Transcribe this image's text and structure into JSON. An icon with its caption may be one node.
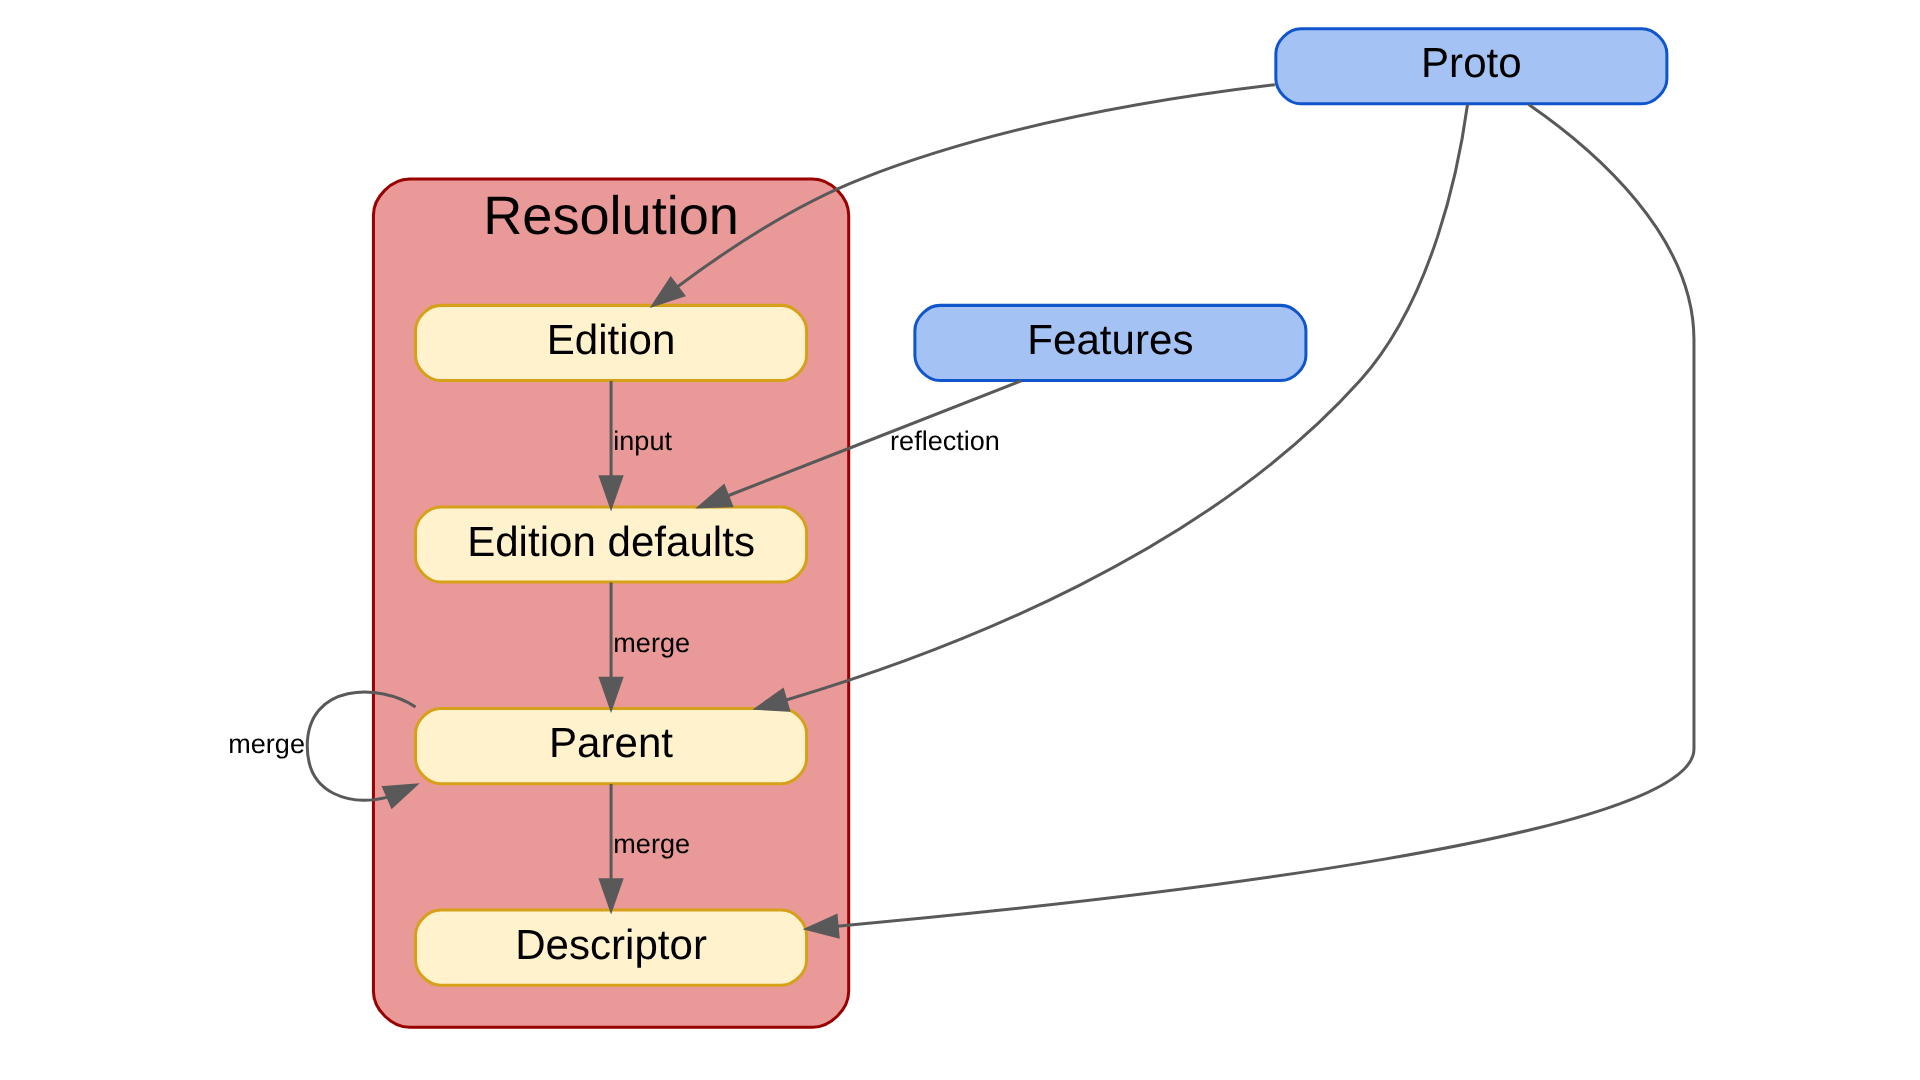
{
  "diagram": {
    "nodes": [
      {
        "text": [
          "Resolution"
        ]
      },
      {
        "text": [
          "Edition"
        ],
        "in": 0
      },
      {
        "text": [
          "Edition defaults"
        ],
        "in": 0
      },
      {
        "text": [
          "Parent"
        ],
        "in": 0
      },
      {
        "text": [
          "Descriptor"
        ],
        "in": 0
      },
      {
        "text": [
          "Features"
        ]
      },
      {
        "text": [
          "Proto"
        ]
      }
    ],
    "edges": [
      {
        "from": 1,
        "to": 2,
        "arrow": "to",
        "label": "input"
      },
      {
        "from": 5,
        "to": 2,
        "arrow": "to",
        "label": "reflection"
      },
      {
        "from": 2,
        "to": 3,
        "arrow": "to",
        "label": "merge"
      },
      {
        "from": 3,
        "to": 3,
        "arrow": "to",
        "label": "merge"
      },
      {
        "from": 3,
        "to": 4,
        "arrow": "to",
        "label": "merge"
      },
      {
        "from": 6,
        "to": 1,
        "arrow": "to"
      },
      {
        "from": 6,
        "to": 3,
        "arrow": "to"
      },
      {
        "from": 6,
        "to": 4,
        "arrow": "to"
      }
    ]
  }
}
